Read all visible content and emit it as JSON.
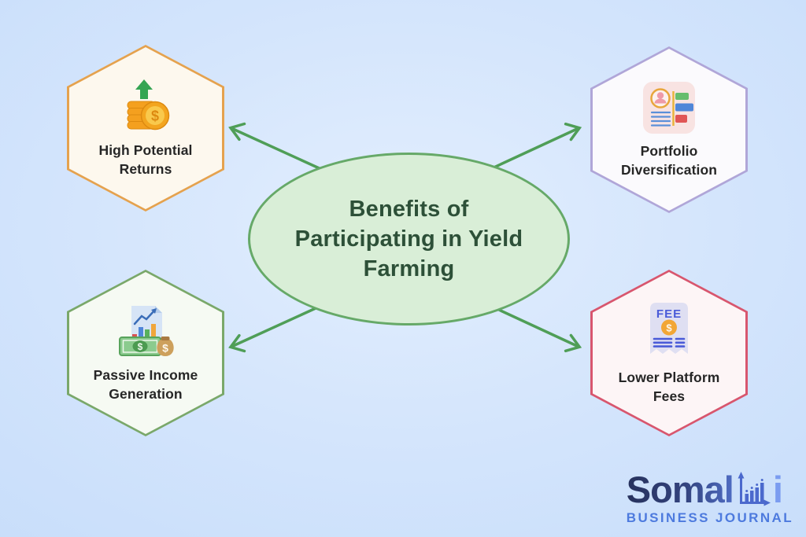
{
  "background": {
    "gradient_center": "#e2eefe",
    "gradient_edge": "#c5dcfa"
  },
  "arrow_color": "#4f9e57",
  "center": {
    "title": "Benefits of Participating in Yield Farming",
    "fill": "#d9eed7",
    "border": "#66a968",
    "text_color": "#2d5038"
  },
  "nodes": [
    {
      "label": "High Potential Returns",
      "icon": "coins-growth-icon",
      "border": "#e5a24e",
      "fill": "#fdf8ee"
    },
    {
      "label": "Portfolio Diversification",
      "icon": "portfolio-chart-icon",
      "border": "#b0a6d8",
      "fill": "#fbfafd"
    },
    {
      "label": "Passive Income Generation",
      "icon": "income-chart-money-icon",
      "border": "#7aa86a",
      "fill": "#f6faf3"
    },
    {
      "label": "Lower Platform Fees",
      "icon": "fee-receipt-icon",
      "border": "#d8566e",
      "fill": "#fdf5f6",
      "icon_label": "FEE"
    }
  ],
  "icon_glyphs": {
    "dollar": "$"
  },
  "logo": {
    "brand_prefix": "Somal",
    "brand_suffix": "i",
    "tagline": "BUSINESS JOURNAL"
  }
}
